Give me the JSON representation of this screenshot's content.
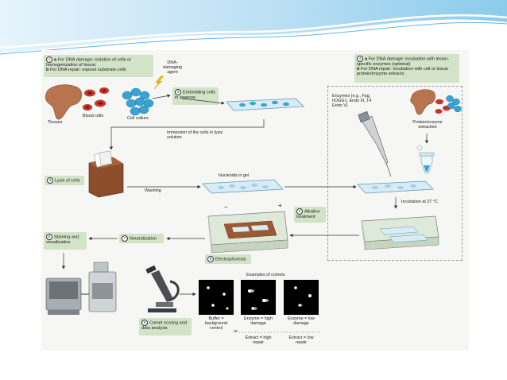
{
  "steps": {
    "s1": {
      "num": "1",
      "a_key": "a",
      "a_text": "For DNA damage: isolation of cells or homogenization of tissue;",
      "b_key": "b",
      "b_text": "For DNA repair: expose substrate cells"
    },
    "s2": {
      "num": "2",
      "text": "Embedding cells in agarose"
    },
    "s3": {
      "num": "3",
      "text": "Lysis of cells"
    },
    "s4": {
      "num": "4",
      "a_key": "a",
      "a_text": "For DNA damage: incubation with lesion-specific enzymes (optional)",
      "b_key": "b",
      "b_text": "For DNA repair: incubation with cell or tissue protein/enzyme extracts"
    },
    "s5": {
      "num": "5",
      "text": "Alkaline treatment"
    },
    "s6": {
      "num": "6",
      "text": "Electrophoresis"
    },
    "s7": {
      "num": "7",
      "text": "Neutralization"
    },
    "s8": {
      "num": "8",
      "text": "Staining and visualization"
    },
    "s9": {
      "num": "9",
      "text": "Comet scoring and data analysis"
    }
  },
  "labels": {
    "tissues": "Tissues",
    "blood_cells": "Blood cells",
    "cell_culture": "Cell culture",
    "dna_agent": "DNA-damaging agent",
    "immersion": "Immersion of the cells in lysis solution",
    "washing": "Washing",
    "nucleoids": "Nucleoids in gel",
    "enzymes": "Enzymes (e.g., Fpg, hOGG1, Endo III, T4 Endo V)",
    "protein_extraction": "Protein/enzyme extraction",
    "incubation": "Incubation at 37 °C",
    "minus": "−",
    "plus": "+",
    "examples": "Examples of comets",
    "or": "or"
  },
  "comets": [
    {
      "top": "Buffer = background control",
      "bottom": ""
    },
    {
      "top": "Enzyme = high damage",
      "bottom": "Extract = high repair"
    },
    {
      "top": "Enzyme = low damage",
      "bottom": "Extract = low repair"
    }
  ],
  "colors": {
    "step_box": "#d2e3c7",
    "tissue": "#b8744f",
    "blood": "#c8332c",
    "cell": "#3aa3d6",
    "banner": "#bfe1f5"
  }
}
